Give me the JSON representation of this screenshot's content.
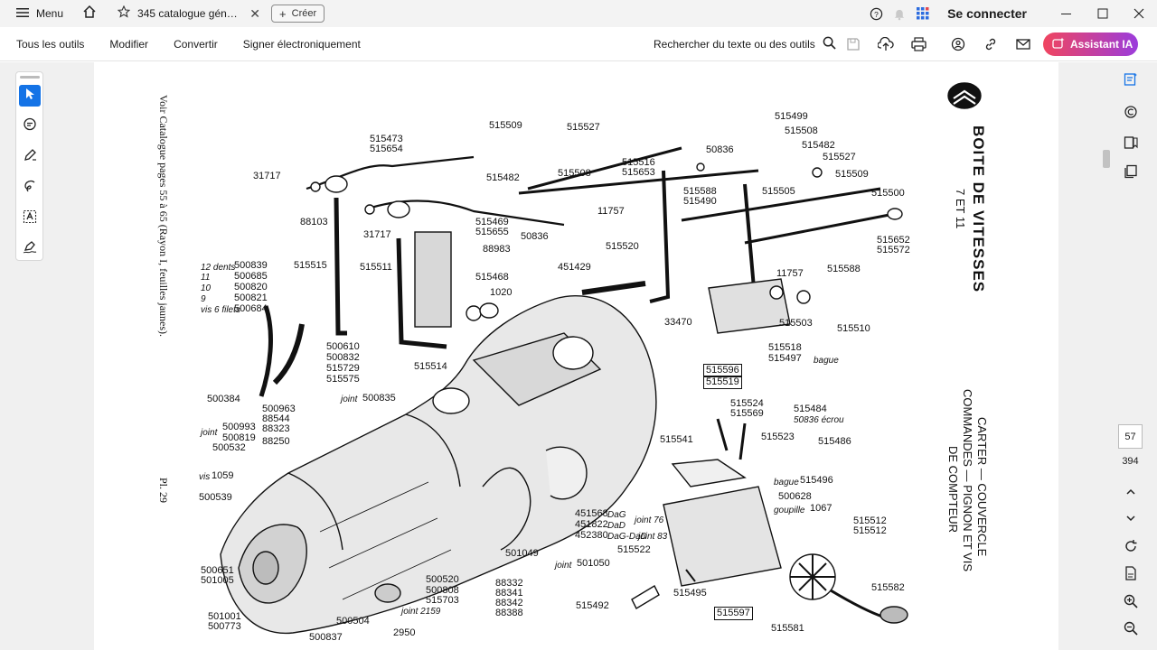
{
  "titlebar": {
    "menu_label": "Menu",
    "tab_title": "345 catalogue général...",
    "create_label": "Créer",
    "sign_in": "Se connecter"
  },
  "toolbar": {
    "menus": [
      "Tous les outils",
      "Modifier",
      "Convertir",
      "Signer électroniquement"
    ],
    "search_label": "Rechercher du texte ou des outils",
    "ai_label": "Assistant IA"
  },
  "navigation": {
    "current_page": "57",
    "total_pages": "394"
  },
  "document": {
    "title": "BOITE DE VITESSES",
    "subtitle": "7 ET 11",
    "side_title_1": "CARTER — COUVERCLE",
    "side_title_2": "COMMANDES — PIGNON ET VIS",
    "side_title_3": "DE COMPTEUR",
    "left_note": "Voir Catalogue pages 55 à 65 (Rayon I, feuilles jaunes).",
    "plate": "Pl. 29",
    "parts": [
      {
        "t": "515509"
      },
      {
        "t": "515527"
      },
      {
        "t": "515473"
      },
      {
        "t": "515654"
      },
      {
        "t": "31717"
      },
      {
        "t": "515482"
      },
      {
        "t": "515508"
      },
      {
        "t": "515516"
      },
      {
        "t": "515653"
      },
      {
        "t": "50836"
      },
      {
        "t": "515499"
      },
      {
        "t": "515508"
      },
      {
        "t": "515482"
      },
      {
        "t": "515527"
      },
      {
        "t": "515509"
      },
      {
        "t": "515505"
      },
      {
        "t": "515500"
      },
      {
        "t": "515588"
      },
      {
        "t": "515490"
      },
      {
        "t": "11757"
      },
      {
        "t": "88103"
      },
      {
        "t": "31717"
      },
      {
        "t": "515469"
      },
      {
        "t": "515655"
      },
      {
        "t": "50836"
      },
      {
        "t": "515652"
      },
      {
        "t": "515572"
      },
      {
        "t": "88983"
      },
      {
        "t": "515520"
      },
      {
        "t": "515515"
      },
      {
        "t": "515511"
      },
      {
        "t": "451429"
      },
      {
        "t": "11757"
      },
      {
        "t": "515588"
      },
      {
        "t": "515468"
      },
      {
        "t": "12 dents"
      },
      {
        "t": "500839"
      },
      {
        "t": "11"
      },
      {
        "t": "500685"
      },
      {
        "t": "10"
      },
      {
        "t": "500820"
      },
      {
        "t": "9"
      },
      {
        "t": "500821"
      },
      {
        "t": "vis 6 filets"
      },
      {
        "t": "500684"
      },
      {
        "t": "1020"
      },
      {
        "t": "33470"
      },
      {
        "t": "515503"
      },
      {
        "t": "515510"
      },
      {
        "t": "500610"
      },
      {
        "t": "500832"
      },
      {
        "t": "515729"
      },
      {
        "t": "515575"
      },
      {
        "t": "515514"
      },
      {
        "t": "515518"
      },
      {
        "t": "515497"
      },
      {
        "t": "bague"
      },
      {
        "t": "515596"
      },
      {
        "t": "515519"
      },
      {
        "t": "joint"
      },
      {
        "t": "500835"
      },
      {
        "t": "500384"
      },
      {
        "t": "500963"
      },
      {
        "t": "88544"
      },
      {
        "t": "joint"
      },
      {
        "t": "500993"
      },
      {
        "t": "88323"
      },
      {
        "t": "500819"
      },
      {
        "t": "88250"
      },
      {
        "t": "500532"
      },
      {
        "t": "515524"
      },
      {
        "t": "515569"
      },
      {
        "t": "515484"
      },
      {
        "t": "50836 écrou"
      },
      {
        "t": "515541"
      },
      {
        "t": "515523"
      },
      {
        "t": "515486"
      },
      {
        "t": "vis"
      },
      {
        "t": "1059"
      },
      {
        "t": "bague"
      },
      {
        "t": "515496"
      },
      {
        "t": "500539"
      },
      {
        "t": "500628"
      },
      {
        "t": "goupille"
      },
      {
        "t": "1067"
      },
      {
        "t": "451568"
      },
      {
        "t": "DaG"
      },
      {
        "t": "joint 76"
      },
      {
        "t": "451822"
      },
      {
        "t": "DaD"
      },
      {
        "t": "452380"
      },
      {
        "t": "DaG-DaD"
      },
      {
        "t": "joint 83"
      },
      {
        "t": "515522"
      },
      {
        "t": "515512"
      },
      {
        "t": "515512"
      },
      {
        "t": "501049"
      },
      {
        "t": "joint"
      },
      {
        "t": "501050"
      },
      {
        "t": "500651"
      },
      {
        "t": "501005"
      },
      {
        "t": "500520"
      },
      {
        "t": "500808"
      },
      {
        "t": "515703"
      },
      {
        "t": "88332"
      },
      {
        "t": "88341"
      },
      {
        "t": "88342"
      },
      {
        "t": "88388"
      },
      {
        "t": "515495"
      },
      {
        "t": "515492"
      },
      {
        "t": "515582"
      },
      {
        "t": "501001"
      },
      {
        "t": "500773"
      },
      {
        "t": "500504"
      },
      {
        "t": "joint 2159"
      },
      {
        "t": "515597"
      },
      {
        "t": "2950"
      },
      {
        "t": "500837"
      },
      {
        "t": "515581"
      }
    ]
  }
}
